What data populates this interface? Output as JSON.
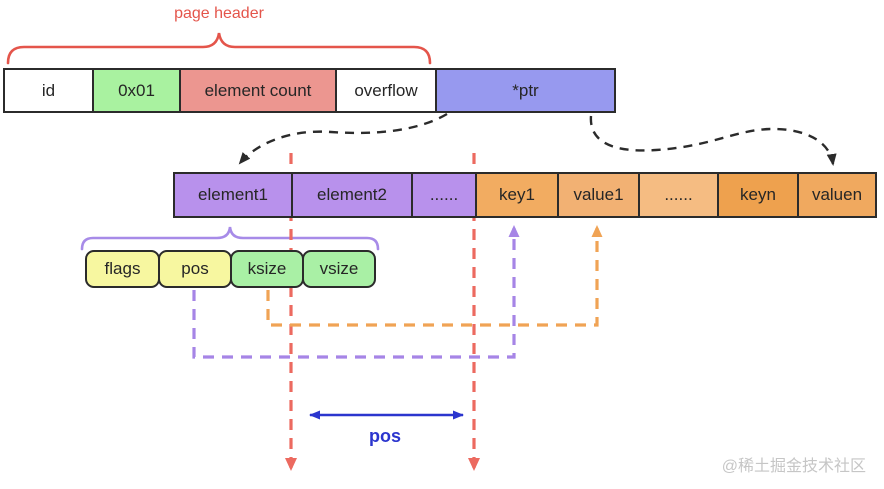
{
  "page_header": {
    "label": "page header",
    "color": "#e4554b"
  },
  "header_row": {
    "cells": [
      {
        "label": "id",
        "bg": "#ffffff"
      },
      {
        "label": "0x01",
        "bg": "#a9f2a0"
      },
      {
        "label": "element count",
        "bg": "#ec9690"
      },
      {
        "label": "overflow",
        "bg": "#ffffff"
      },
      {
        "label": "*ptr",
        "bg": "#9799ef"
      }
    ]
  },
  "element_row": {
    "cells": [
      {
        "label": "element1",
        "bg": "#b891ec"
      },
      {
        "label": "element2",
        "bg": "#b891ec"
      },
      {
        "label": "......",
        "bg": "#b891ec"
      },
      {
        "label": "key1",
        "bg": "#f2ac61"
      },
      {
        "label": "value1",
        "bg": "#f2b173"
      },
      {
        "label": "......",
        "bg": "#f5bc82"
      },
      {
        "label": "keyn",
        "bg": "#eea14e"
      },
      {
        "label": "valuen",
        "bg": "#f0a95f"
      }
    ]
  },
  "element_detail_row": {
    "cells": [
      {
        "label": "flags",
        "bg": "#f7f7a0"
      },
      {
        "label": "pos",
        "bg": "#f7f7a0"
      },
      {
        "label": "ksize",
        "bg": "#a9f0a5"
      },
      {
        "label": "vsize",
        "bg": "#a9f0a5"
      }
    ]
  },
  "pos_span": {
    "label": "pos",
    "color": "#2b35ce"
  },
  "watermark": {
    "label": "@稀土掘金技术社区"
  },
  "colors": {
    "red_brace": "#e4554b",
    "purple_brace": "#a78be8",
    "red_dashed": "#ec6a60",
    "purple_dashed": "#a685e6",
    "orange_dashed": "#f0a355",
    "black_arrow": "#2b2b2b",
    "blue_arrow": "#2b35ce"
  }
}
